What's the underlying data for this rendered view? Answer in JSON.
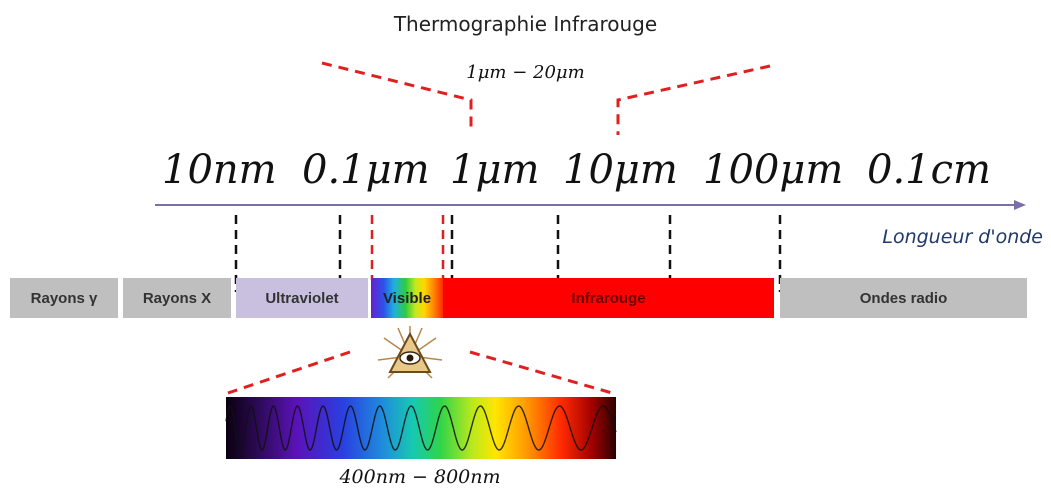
{
  "title": "Thermographie Infrarouge",
  "ir_range": "1μm − 20μm",
  "scale_labels": [
    "10nm",
    "0.1μm",
    "1μm",
    "10μm",
    "100μm",
    "0.1cm"
  ],
  "axis_label": "Longueur d'onde",
  "bands": [
    {
      "label": "Rayons γ",
      "color": "#bfbfbf"
    },
    {
      "label": "Rayons X",
      "color": "#bfbfbf"
    },
    {
      "label": "Ultraviolet",
      "color": "#c9c0e0"
    },
    {
      "label": "Visible",
      "color": "rainbow"
    },
    {
      "label": "Infrarouge",
      "color": "#ff0000"
    },
    {
      "label": "Ondes radio",
      "color": "#bfbfbf"
    }
  ],
  "visible_range": "400nm − 800nm",
  "icons": [
    "eye-in-triangle-icon"
  ],
  "colors": {
    "axis": "#7b6fa8",
    "highlight": "#e02020"
  }
}
